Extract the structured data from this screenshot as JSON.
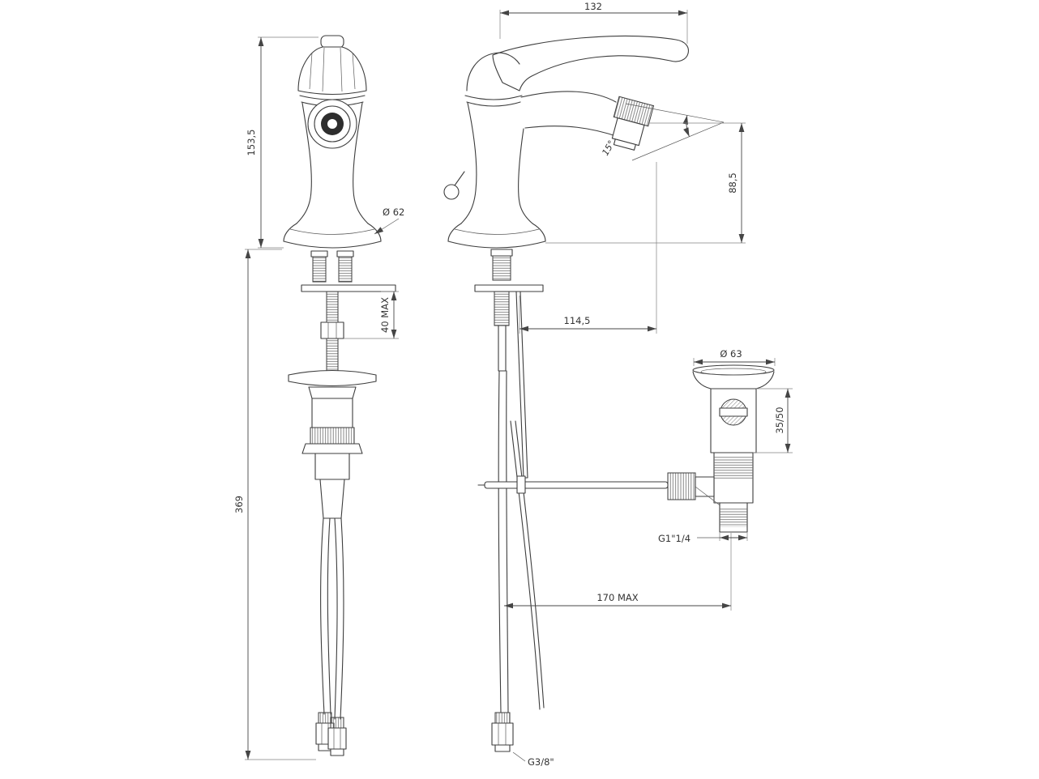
{
  "dims": {
    "handle_width": "132",
    "body_height": "153,5",
    "base_diameter": "Ø 62",
    "spout_angle": "15°",
    "spout_height": "88,5",
    "deck_thickness_max": "40 MAX",
    "spout_reach": "114,5",
    "waste_flange_diameter": "Ø 63",
    "waste_height_range": "35/50",
    "waste_thread": "G1\"1/4",
    "underbody_length": "369",
    "horizontal_reach_max": "170 MAX",
    "hose_thread": "G3/8\""
  }
}
